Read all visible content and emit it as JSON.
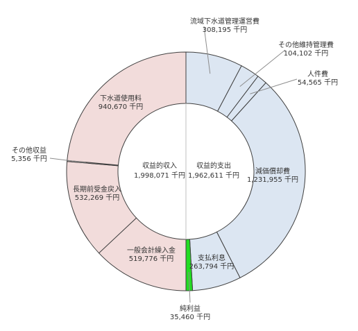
{
  "chart_data": {
    "type": "donut",
    "unit": "千円",
    "colors": {
      "revenue": "#f2dcdb",
      "expense": "#dce6f2",
      "profit": "#22dd22",
      "stroke": "#3f3f3f",
      "leader": "#8c8c8c"
    },
    "halves": [
      {
        "key": "revenue",
        "center_label": "収益的収入",
        "center_value": "1,998,071 千円",
        "total": 1998071,
        "segments": [
          {
            "name": "一般会計繰入金",
            "value": 519776,
            "value_label": "519,776 千円"
          },
          {
            "name": "長期前受金戻入",
            "value": 532269,
            "value_label": "532,269 千円"
          },
          {
            "name": "その他収益",
            "value": 5356,
            "value_label": "5,356 千円"
          },
          {
            "name": "下水道使用料",
            "value": 940670,
            "value_label": "940,670 千円"
          }
        ]
      },
      {
        "key": "expense",
        "center_label": "収益的支出",
        "center_value": "1,962,611 千円",
        "total": 1998071,
        "segments": [
          {
            "name": "流域下水道管理運営費",
            "value": 308195,
            "value_label": "308,195 千円"
          },
          {
            "name": "その他維持管理費",
            "value": 104102,
            "value_label": "104,102 千円"
          },
          {
            "name": "人件費",
            "value": 54565,
            "value_label": "54,565 千円"
          },
          {
            "name": "減価償却費",
            "value": 1231955,
            "value_label": "1,231,955 千円"
          },
          {
            "name": "支払利息",
            "value": 263794,
            "value_label": "263,794 千円"
          },
          {
            "name": "純利益",
            "value": 35460,
            "value_label": "35,460 千円",
            "color_key": "profit"
          }
        ]
      }
    ]
  }
}
